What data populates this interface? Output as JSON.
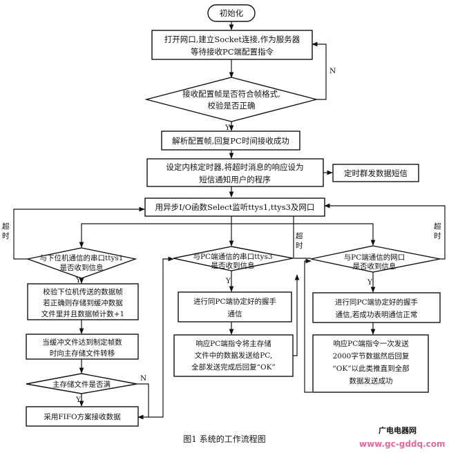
{
  "flowchart": {
    "start": "初始化",
    "open_socket": [
      "打开网口,建立Socket连接,作为服务器",
      "等待接收PC端配置指令"
    ],
    "check_config": [
      "接收配置帧是否符合帧格式,",
      "校验是否正确"
    ],
    "parse_config": "解析配置帧,回复PC时间接收成功",
    "set_timer": [
      "设定内核定时器,将超时消息的响应设为",
      "短信通知用户的程序"
    ],
    "timer_sms": "定时群发数据短信",
    "select_monitor": "用异步I/O函数Select监听ttys1,ttys3及网口",
    "left_branch": {
      "decision": [
        "与下位机通信的串口ttys1",
        "是否收到信息"
      ],
      "verify": [
        "校验下位机传送的数据帧",
        "若正确则存储到缓冲数据",
        "文件里并且数据帧计数+1"
      ],
      "transfer": [
        "当缓冲文件达到制定帧数",
        "时向主存储文件转移"
      ],
      "full_check": "主存储文件是否满",
      "fifo": "采用FIFO方案接收数据"
    },
    "middle_branch": {
      "decision": [
        "与PC端通信的串口ttys3",
        "是否收到信息"
      ],
      "handshake": [
        "进行同PC端协定好的握手",
        "通信"
      ],
      "respond": [
        "响应PC端指令将主存储",
        "文件中的数据发送给PC,",
        "全部发送完成后回复“OK”"
      ]
    },
    "right_branch": {
      "decision": [
        "与PC端通信的网口",
        "是否收到信息"
      ],
      "handshake": [
        "进行同PC端协定好的握手",
        "通信,若成功表明通信正常"
      ],
      "respond": [
        "响应PC端指令一次发送",
        "2000字节数据然后回复",
        "“OK”以此类推直到全部",
        "数据发送成功"
      ]
    },
    "labels": {
      "yes": "Y",
      "no": "N",
      "timeout_chars": [
        "超",
        "时"
      ]
    }
  },
  "caption": "图1   系统的工作流程图",
  "watermark": {
    "brand": "广电电器网",
    "url": "www.gc-gddq.com"
  },
  "colors": {
    "line": "#111111",
    "brand_pink": "#e06a9a",
    "brand_green": "#2fa34a",
    "brand_blue": "#2a6bd6",
    "brand_orange": "#f08a1a"
  }
}
